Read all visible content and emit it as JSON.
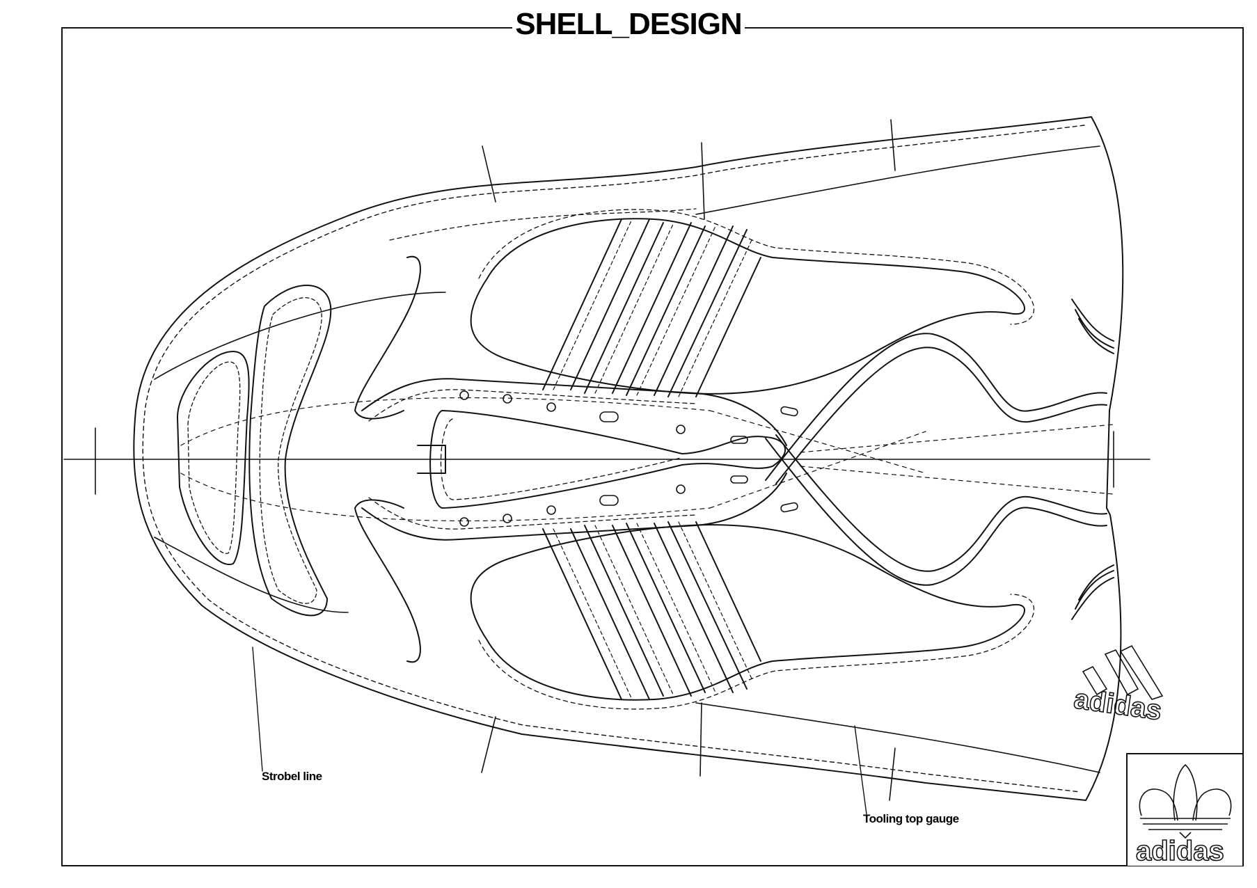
{
  "title": "SHELL_DESIGN",
  "labels": {
    "strobel": "Strobel line",
    "tooling": "Tooling top gauge"
  },
  "logos": {
    "center_wordmark": "adidas",
    "box_wordmark": "adidas"
  },
  "colors": {
    "line": "#111111",
    "background": "#ffffff"
  }
}
